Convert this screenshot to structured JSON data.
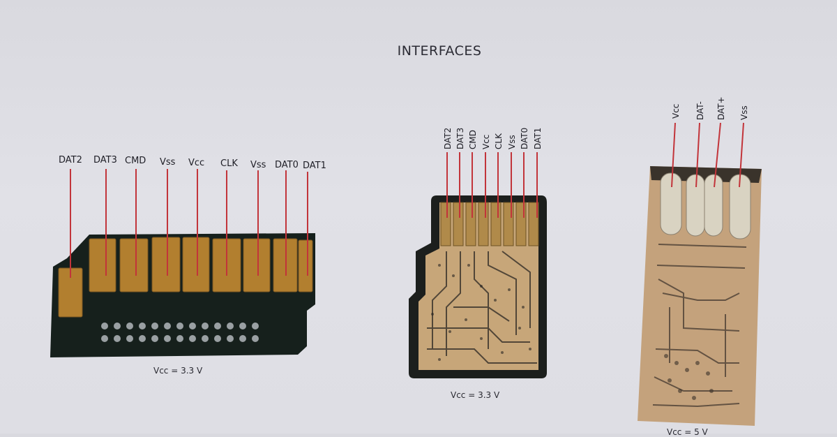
{
  "title": "INTERFACES",
  "sd_card": {
    "pins": [
      "DAT2",
      "DAT3",
      "CMD",
      "Vss",
      "Vcc",
      "CLK",
      "Vss",
      "DAT0",
      "DAT1"
    ],
    "caption": "Vcc = 3.3 V"
  },
  "micro_sd": {
    "pins": [
      "DAT2",
      "DAT3",
      "CMD",
      "Vcc",
      "CLK",
      "Vss",
      "DAT0",
      "DAT1"
    ],
    "caption": "Vcc = 3.3 V"
  },
  "usb": {
    "pins": [
      "Vcc",
      "DAT-",
      "DAT+",
      "Vss"
    ],
    "caption": "Vcc = 5 V"
  },
  "colors": {
    "pcb": "#18211e",
    "gold": "#b8842f",
    "copper": "#c9a77a",
    "line": "#c2343a",
    "paper": "#dedee4"
  }
}
